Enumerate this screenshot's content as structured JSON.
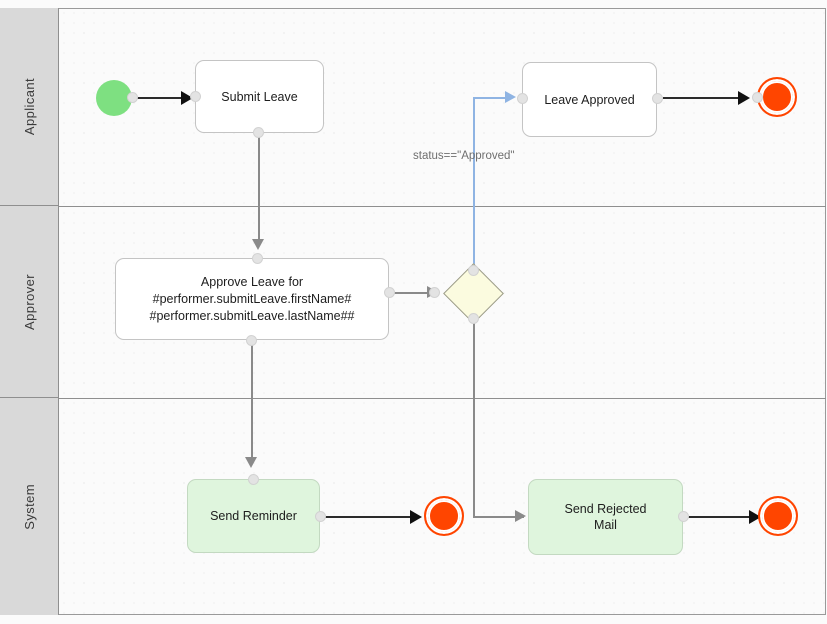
{
  "diagram": {
    "type": "bpmn-process",
    "lanes": [
      {
        "id": "applicant",
        "label": "Applicant"
      },
      {
        "id": "approver",
        "label": "Approver"
      },
      {
        "id": "system",
        "label": "System"
      }
    ],
    "nodes": [
      {
        "id": "start",
        "kind": "start-event",
        "label": "",
        "lane": "applicant"
      },
      {
        "id": "submit-leave",
        "kind": "user-task",
        "label": "Submit Leave",
        "lane": "applicant"
      },
      {
        "id": "leave-approved",
        "kind": "user-task",
        "label": "Leave Approved",
        "lane": "applicant"
      },
      {
        "id": "end-approved",
        "kind": "end-event",
        "label": "",
        "lane": "applicant"
      },
      {
        "id": "approve-leave",
        "kind": "user-task",
        "lane": "approver",
        "label_lines": [
          "Approve Leave for",
          "#performer.submitLeave.firstName#",
          "#performer.submitLeave.lastName##"
        ]
      },
      {
        "id": "gateway",
        "kind": "exclusive-gateway",
        "label": "",
        "lane": "approver"
      },
      {
        "id": "send-reminder",
        "kind": "script-task",
        "label": "Send Reminder",
        "lane": "system"
      },
      {
        "id": "end-reminder",
        "kind": "end-event",
        "label": "",
        "lane": "system"
      },
      {
        "id": "send-rejected",
        "kind": "script-task",
        "lane": "system",
        "label_lines": [
          "Send Rejected",
          "Mail"
        ]
      },
      {
        "id": "end-rejected",
        "kind": "end-event",
        "label": "",
        "lane": "system"
      }
    ],
    "edges": [
      {
        "id": "e1",
        "from": "start",
        "to": "submit-leave",
        "label": "",
        "style": "dark"
      },
      {
        "id": "e2",
        "from": "submit-leave",
        "to": "approve-leave",
        "label": "",
        "style": "gray"
      },
      {
        "id": "e3",
        "from": "approve-leave",
        "to": "gateway",
        "label": "",
        "style": "gray"
      },
      {
        "id": "e4",
        "from": "gateway",
        "to": "leave-approved",
        "label": "status==\"Approved\"",
        "style": "blue"
      },
      {
        "id": "e5",
        "from": "leave-approved",
        "to": "end-approved",
        "label": "",
        "style": "dark"
      },
      {
        "id": "e6",
        "from": "approve-leave",
        "to": "send-reminder",
        "label": "",
        "style": "gray"
      },
      {
        "id": "e7",
        "from": "send-reminder",
        "to": "end-reminder",
        "label": "",
        "style": "dark"
      },
      {
        "id": "e8",
        "from": "gateway",
        "to": "send-rejected",
        "label": "",
        "style": "gray"
      },
      {
        "id": "e9",
        "from": "send-rejected",
        "to": "end-rejected",
        "label": "",
        "style": "dark"
      }
    ],
    "labels": {
      "applicant": "Applicant",
      "approver": "Approver",
      "system": "System",
      "submit_leave": "Submit Leave",
      "leave_approved": "Leave Approved",
      "approve_leave_l1": "Approve Leave for",
      "approve_leave_l2": "#performer.submitLeave.firstName#",
      "approve_leave_l3": "#performer.submitLeave.lastName##",
      "send_reminder": "Send Reminder",
      "send_rejected_l1": "Send Rejected",
      "send_rejected_l2": "Mail",
      "condition_approved": "status==\"Approved\""
    },
    "colors": {
      "start_event": "#7EE081",
      "end_event": "#FF4500",
      "gateway_fill": "#FBFBDF",
      "task_fill": "#FFFFFF",
      "script_task_fill": "#DFF5DD",
      "lane_header": "#D9D9D9",
      "canvas": "#FBFBFB",
      "edge_default": "#6B6B6B",
      "edge_highlight": "#8FB4E3"
    }
  }
}
